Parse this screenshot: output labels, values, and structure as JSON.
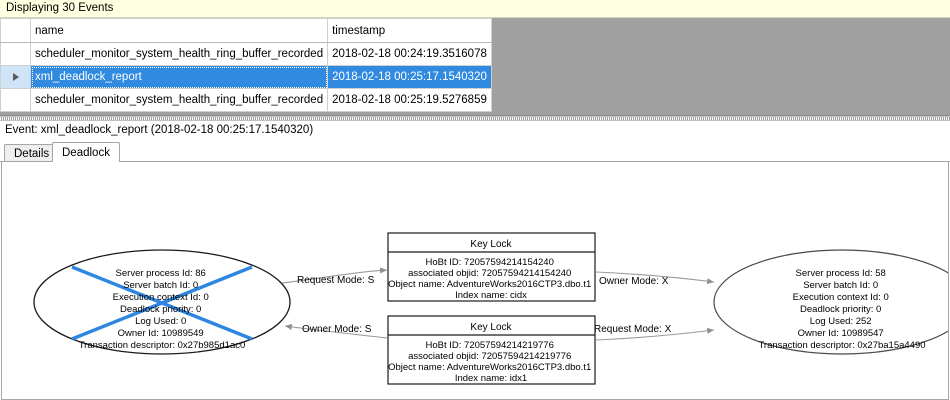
{
  "status_bar": {
    "text": "Displaying 30 Events"
  },
  "grid": {
    "columns": [
      "",
      "name",
      "timestamp"
    ],
    "rows": [
      {
        "selected": false,
        "marker": "",
        "name": "scheduler_monitor_system_health_ring_buffer_recorded",
        "timestamp": "2018-02-18 00:24:19.3516078"
      },
      {
        "selected": true,
        "marker": "current-row-arrow",
        "name": "xml_deadlock_report",
        "timestamp": "2018-02-18 00:25:17.1540320"
      },
      {
        "selected": false,
        "marker": "",
        "name": "scheduler_monitor_system_health_ring_buffer_recorded",
        "timestamp": "2018-02-18 00:25:19.5276859"
      }
    ],
    "selection_color": "#2f8ae0"
  },
  "event_header": {
    "text": "Event: xml_deadlock_report (2018-02-18 00:25:17.1540320)"
  },
  "tabs": {
    "items": [
      {
        "label": "Details",
        "active": false
      },
      {
        "label": "Deadlock",
        "active": true
      }
    ]
  },
  "deadlock_graph": {
    "victim_cross_color": "#2f86e0",
    "process_left": {
      "title": "process-node-victim",
      "lines": [
        "Server process Id: 86",
        "Server batch Id: 0",
        "Execution context Id: 0",
        "Deadlock priority: 0",
        "Log Used: 0",
        "Owner Id: 10989549",
        "Transaction descriptor: 0x27b985d1ac0"
      ]
    },
    "process_right": {
      "title": "process-node-survivor",
      "lines": [
        "Server process Id: 58",
        "Server batch Id: 0",
        "Execution context Id: 0",
        "Deadlock priority: 0",
        "Log Used: 252",
        "Owner Id: 10989547",
        "Transaction descriptor: 0x27ba15a4490"
      ]
    },
    "resource_top": {
      "header": "Key Lock",
      "lines": [
        "HoBt ID: 72057594214154240",
        "associated objid: 72057594214154240",
        "Object name: AdventureWorks2016CTP3.dbo.t1",
        "Index name: cidx"
      ]
    },
    "resource_bottom": {
      "header": "Key Lock",
      "lines": [
        "HoBt ID: 72057594214219776",
        "associated objid: 72057594214219776",
        "Object name: AdventureWorks2016CTP3.dbo.t1",
        "Index name: idx1"
      ]
    },
    "edges": [
      {
        "id": "left-request-top",
        "label": "Request Mode: S"
      },
      {
        "id": "top-owner-right",
        "label": "Owner Mode: X"
      },
      {
        "id": "bottom-owner-left",
        "label": "Owner Mode: S"
      },
      {
        "id": "right-request-bottom",
        "label": "Request Mode: X"
      }
    ]
  }
}
